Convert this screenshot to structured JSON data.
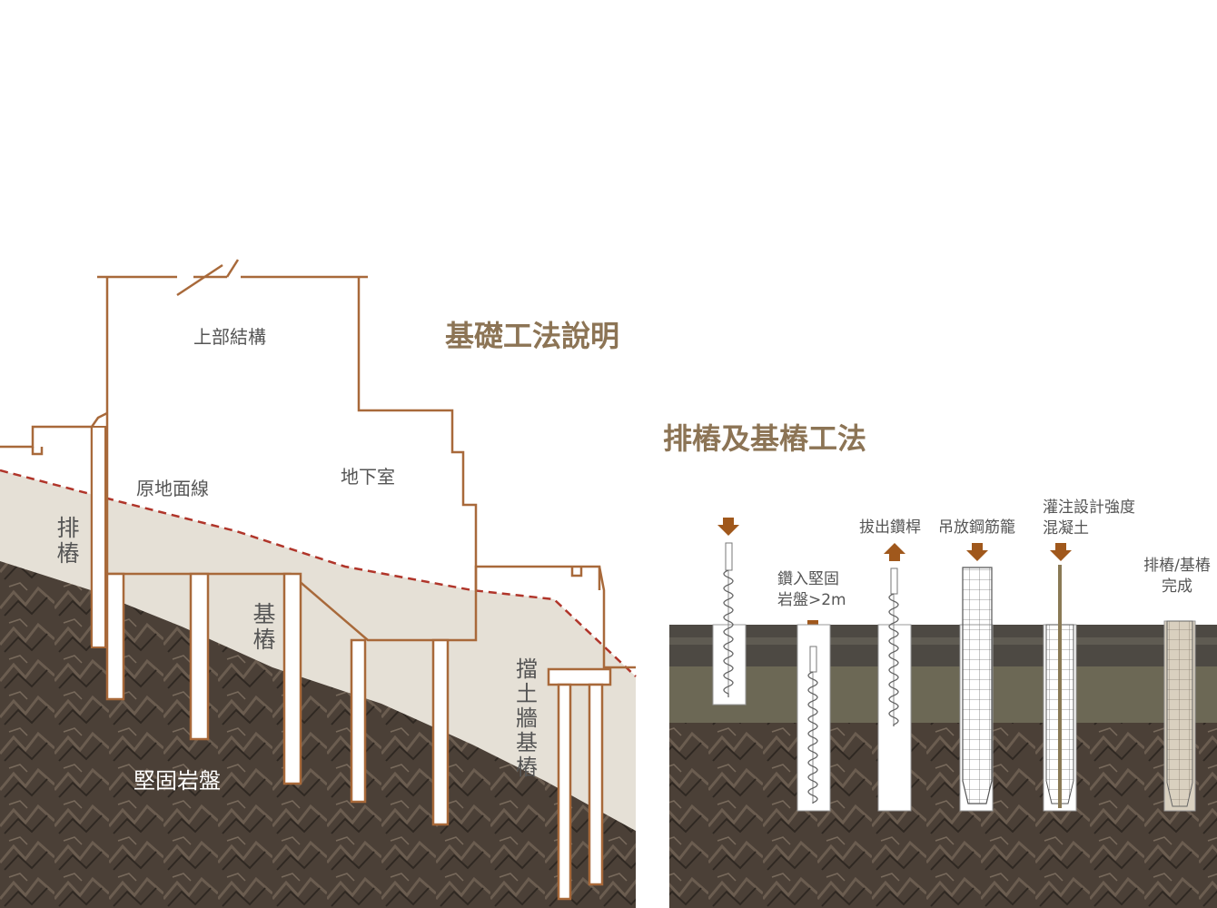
{
  "diagram": {
    "main_title": "基礎工法說明",
    "section_title": "排樁及基樁工法",
    "left_labels": {
      "superstructure": "上部結構",
      "basement": "地下室",
      "original_ground_line": "原地面線",
      "row_pile": "排樁",
      "foundation_pile": "基樁",
      "retaining_wall_pile": "擋土牆基樁",
      "bedrock": "堅固岩盤"
    },
    "steps": [
      {
        "label": "鑽入堅固岩盤>2m",
        "arrow": "down"
      },
      {
        "label": "拔出鑽桿",
        "arrow": "up"
      },
      {
        "label": "吊放鋼筋籠",
        "arrow": "down"
      },
      {
        "label": "灌注設計強度混凝土",
        "arrow": "down"
      },
      {
        "label": "排樁/基樁完成",
        "arrow": "none"
      }
    ],
    "colors": {
      "outline": "#a8693a",
      "title": "#8c7455",
      "arrow": "#a0581c",
      "soil": "#e5e0d6",
      "rock": "#4a3f35",
      "ground_line": "#b0352a"
    }
  }
}
